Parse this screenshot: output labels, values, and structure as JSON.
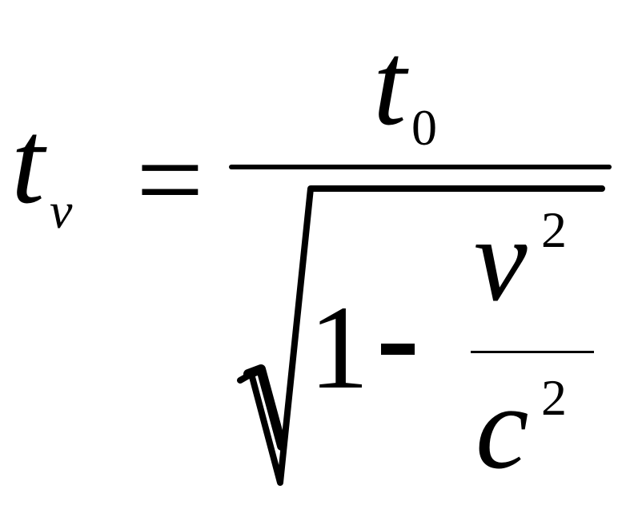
{
  "formula": {
    "lhs": {
      "symbol": "t",
      "subscript": "v"
    },
    "relation": "=",
    "numerator": {
      "symbol": "t",
      "subscript": "0"
    },
    "denominator": {
      "radicand": {
        "constant": "1",
        "operator": "-",
        "fraction": {
          "numerator_base": "v",
          "numerator_exponent": "2",
          "denominator_base": "c",
          "denominator_exponent": "2"
        }
      }
    },
    "colors": {
      "ink": "#000000",
      "background": "#ffffff"
    }
  }
}
